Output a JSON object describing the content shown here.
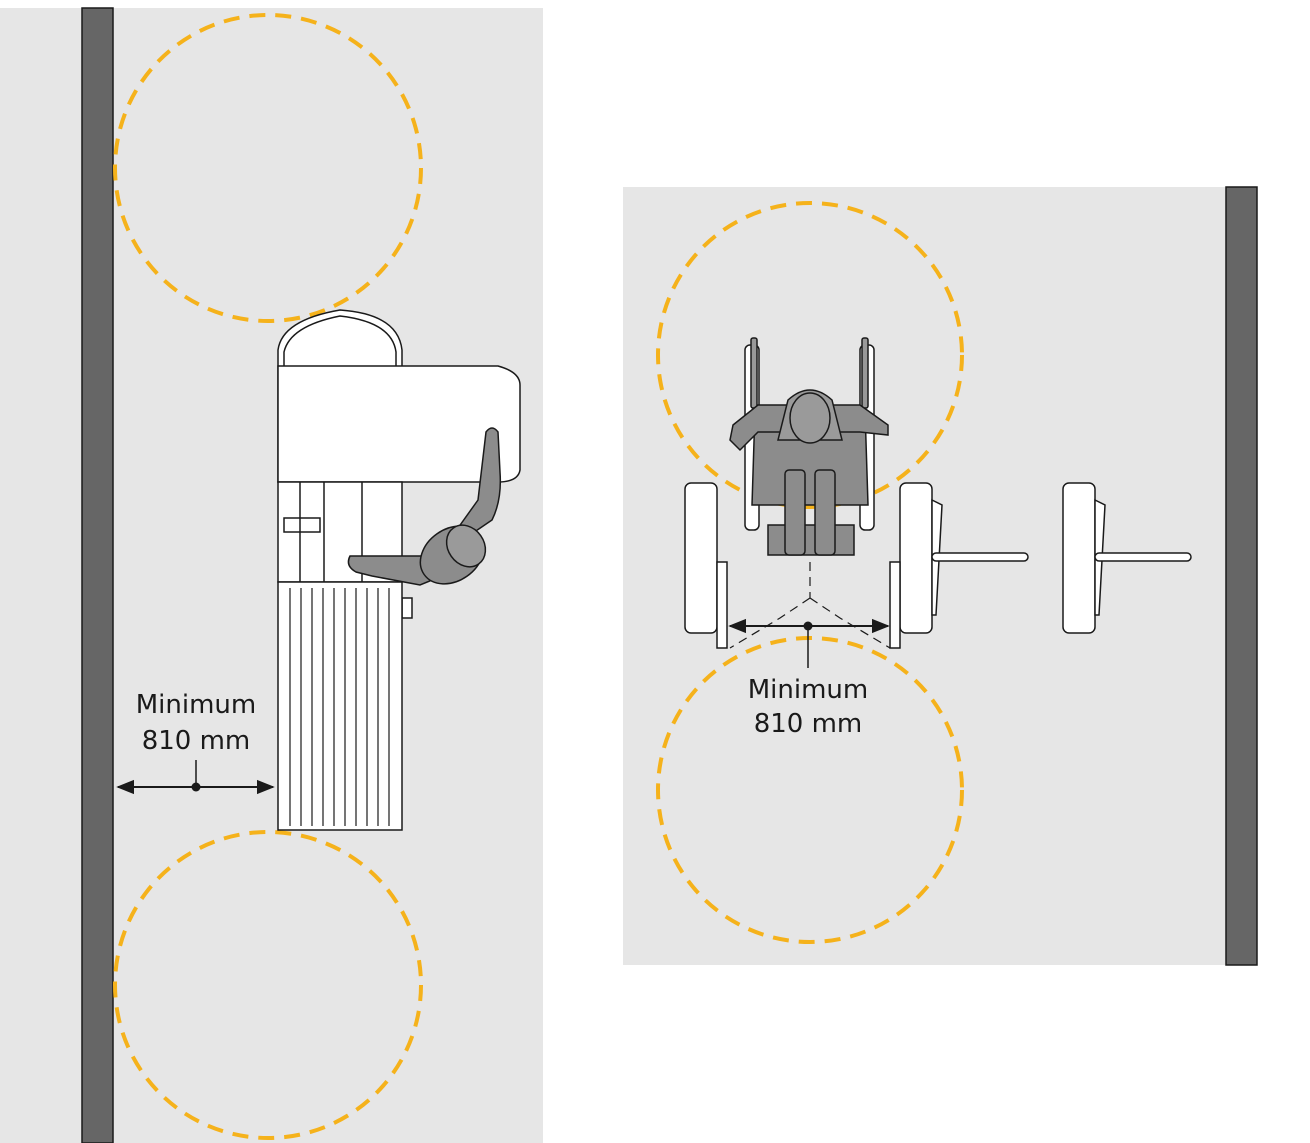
{
  "colors": {
    "panel": "#e6e6e6",
    "wall": "#666666",
    "turning_circle": "#f5b21b",
    "person": "#7a7a7a",
    "outline": "#1a1a1a"
  },
  "left_panel": {
    "label_line1": "Minimum",
    "label_line2": "810 mm"
  },
  "right_panel": {
    "label_line1": "Minimum",
    "label_line2": "810 mm"
  },
  "icons": [
    "standing-person-icon",
    "wheelchair-user-icon"
  ]
}
